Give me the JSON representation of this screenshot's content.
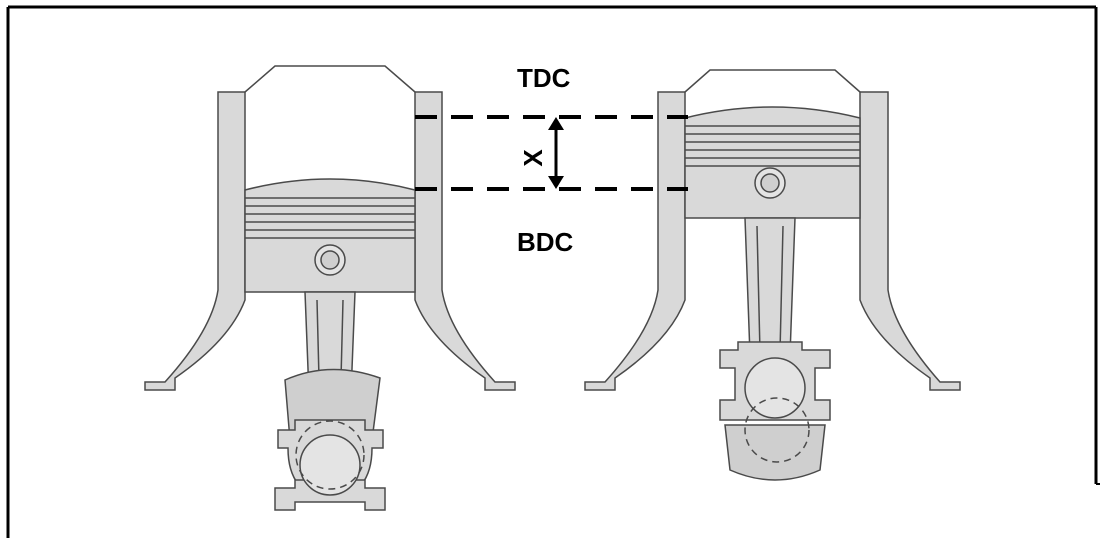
{
  "labels": {
    "tdc": "TDC",
    "bdc": "BDC",
    "stroke": "X"
  },
  "colors": {
    "metal": "#d9d9d9",
    "metal_dark": "#bdbdbd",
    "outline": "#4a4a4a",
    "frame": "#000000",
    "dash": "#000000"
  }
}
